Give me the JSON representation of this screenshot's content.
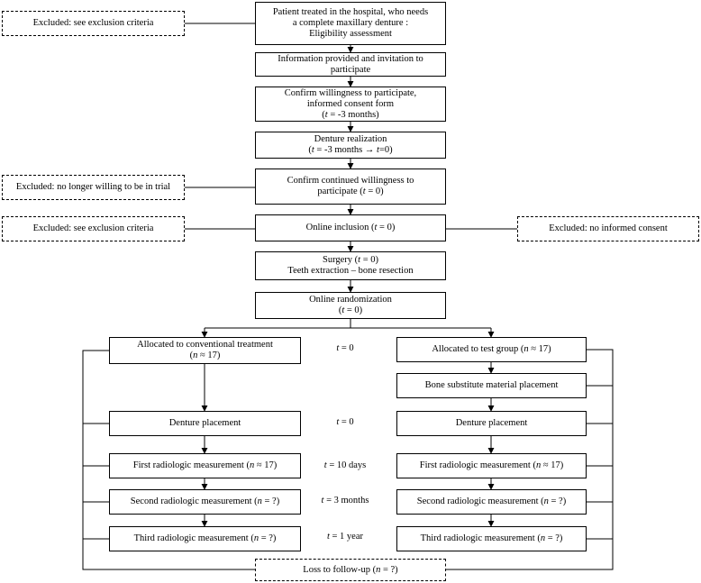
{
  "boxes": {
    "eligibility": [
      "Patient treated in the hospital, who needs",
      "a complete maxillary denture :",
      "Eligibility assessment"
    ],
    "information": [
      "Information provided and invitation to",
      "participate"
    ],
    "confirm": [
      "Confirm willingness to participate,",
      "informed consent form",
      "(t = -3 months)"
    ],
    "denture_realization": [
      "Denture realization",
      "(t = -3 months → t=0)"
    ],
    "continued": [
      "Confirm continued willingness to",
      "participate (t = 0)"
    ],
    "inclusion": [
      "Online inclusion (t = 0)"
    ],
    "surgery": [
      "Surgery (t = 0)",
      "Teeth extraction – bone resection"
    ],
    "randomization": [
      "Online randomization",
      "(t = 0)"
    ],
    "conventional": [
      "Allocated to conventional treatment",
      "(n ≈ 17)"
    ],
    "test_group": [
      "Allocated to test group (n ≈ 17)"
    ],
    "bone_substitute": [
      "Bone substitute material placement"
    ],
    "denture_left": [
      "Denture placement"
    ],
    "denture_right": [
      "Denture placement"
    ],
    "first_left": [
      "First radiologic measurement (n ≈ 17)"
    ],
    "first_right": [
      "First radiologic measurement (n ≈ 17)"
    ],
    "second_left": [
      "Second radiologic measurement (n = ?)"
    ],
    "second_right": [
      "Second radiologic measurement (n = ?)"
    ],
    "third_left": [
      "Third radiologic measurement (n = ?)"
    ],
    "third_right": [
      "Third radiologic measurement (n = ?)"
    ],
    "excluded_criteria_1": [
      "Excluded: see exclusion criteria"
    ],
    "excluded_willing": [
      "Excluded: no longer willing to be in trial"
    ],
    "excluded_criteria_2": [
      "Excluded: see exclusion criteria"
    ],
    "excluded_consent": [
      "Excluded: no informed consent"
    ],
    "loss_followup": [
      "Loss to follow-up (n = ?)"
    ]
  },
  "time_labels": {
    "t0_a": "t = 0",
    "t0_b": "t = 0",
    "t10d": "t = 10 days",
    "t3m": "t = 3 months",
    "t1y": "t = 1 year"
  }
}
